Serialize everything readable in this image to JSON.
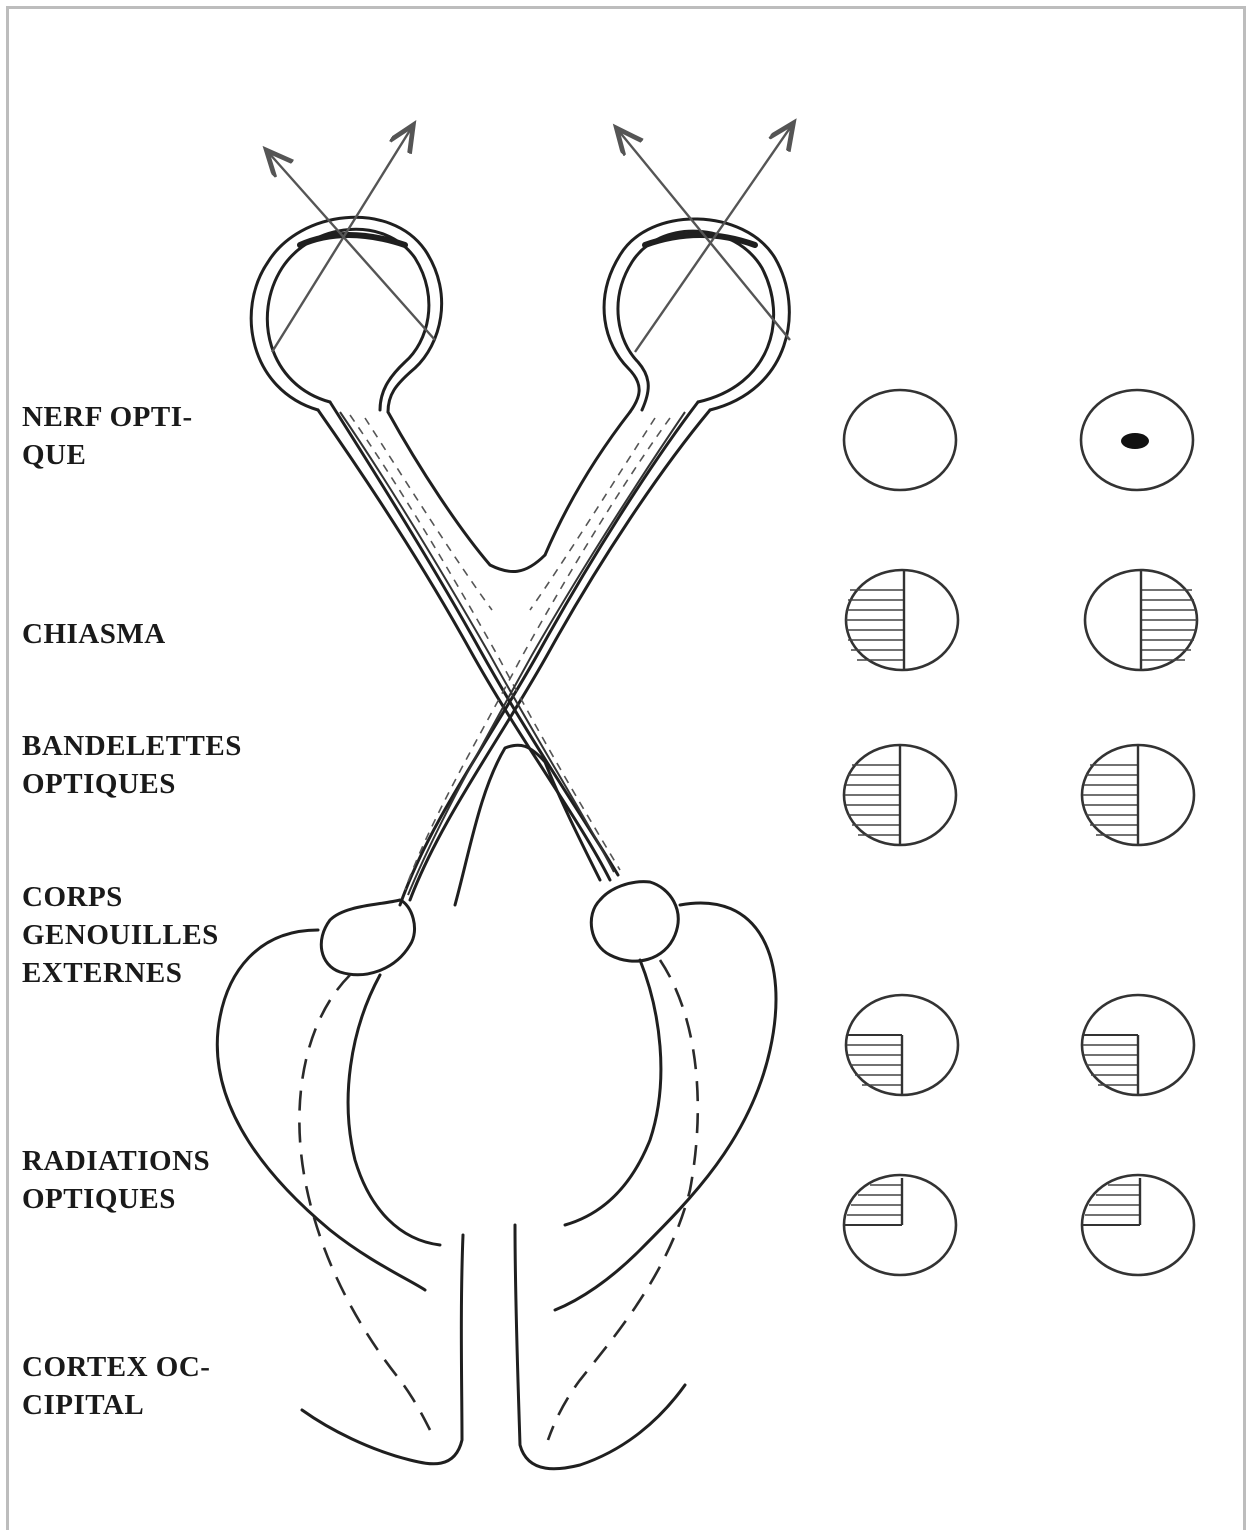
{
  "labels": {
    "nerf_optique": [
      "NERF OPTI-",
      "QUE"
    ],
    "chiasma": [
      "CHIASMA"
    ],
    "bandelettes": [
      "BANDELETTES",
      "OPTIQUES"
    ],
    "corps_genouilles": [
      "CORPS",
      "GENOUILLES",
      "EXTERNES"
    ],
    "radiations": [
      "RADIATIONS",
      "OPTIQUES"
    ],
    "cortex": [
      "CORTEX OC-",
      "CIPITAL"
    ]
  },
  "visual_field_defects": [
    {
      "level": "nerf optique",
      "left": "none",
      "right": "central scotoma"
    },
    {
      "level": "chiasma",
      "left": "left half",
      "right": "right half"
    },
    {
      "level": "bandelettes optiques",
      "left": "left half",
      "right": "left half"
    },
    {
      "level": "radiations optiques (inferior)",
      "left": "lower-left quadrant",
      "right": "lower-left quadrant"
    },
    {
      "level": "radiations optiques (superior)",
      "left": "upper-left quadrant",
      "right": "upper-left quadrant"
    }
  ]
}
